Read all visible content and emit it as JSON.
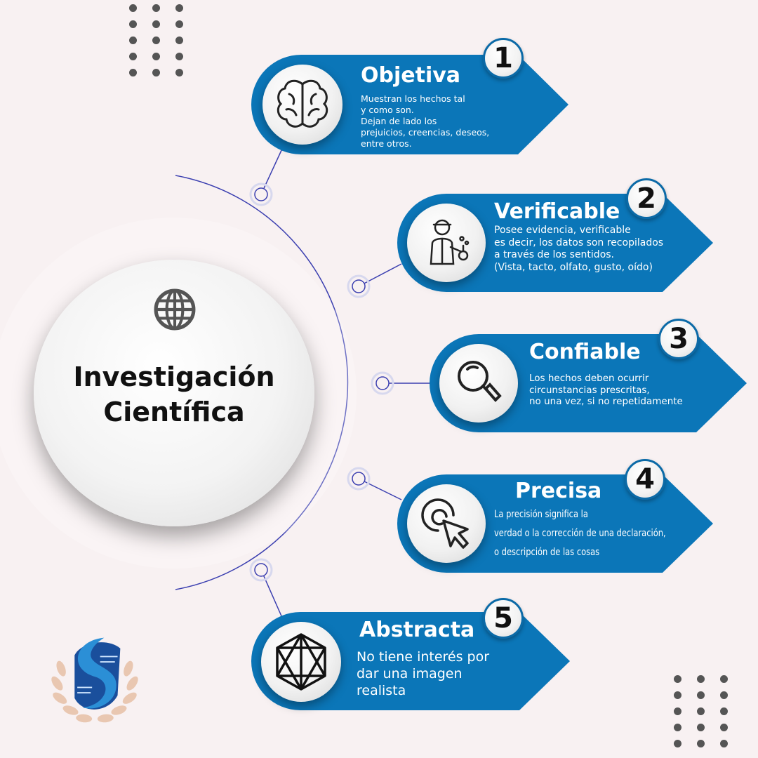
{
  "main": {
    "title": "Investigación\nCientífica",
    "icon": "globe-icon"
  },
  "colors": {
    "background": "#f8f1f2",
    "banner_blue": "#0b76b8",
    "banner_dark": "#06578a",
    "connector": "#3b3fb0",
    "dots": "#555555"
  },
  "items": [
    {
      "number": "1",
      "title": "Objetiva",
      "description": "Muestran los hechos tal\ny como son.\nDejan de lado los\nprejuicios, creencias, deseos,\nentre otros.",
      "icon": "brain-icon"
    },
    {
      "number": "2",
      "title": "Verificable",
      "description": "Posee evidencia, verificable\nes decir, los datos son recopilados\na través de los sentidos.\n(Vista, tacto, olfato, gusto, oído)",
      "icon": "scientist-icon"
    },
    {
      "number": "3",
      "title": "Confiable",
      "description": "Los hechos deben ocurrir\ncircunstancias prescritas,\nno una vez, si no repetidamente",
      "icon": "magnifier-icon"
    },
    {
      "number": "4",
      "title": "Precisa",
      "description": "La precisión significa la\nverdad o la corrección de una declaración,\no descripción  de las cosas",
      "icon": "target-cursor-icon"
    },
    {
      "number": "5",
      "title": "Abstracta",
      "description": "No tiene interés por\ndar una imagen\nrealista",
      "icon": "polyhedron-icon"
    }
  ],
  "logo": {
    "icon": "laurel-s-logo"
  }
}
